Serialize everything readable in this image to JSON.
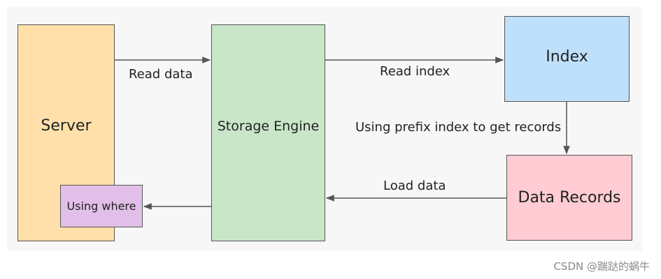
{
  "nodes": {
    "server": {
      "label": "Server",
      "color": "#ffe0ab"
    },
    "storage_engine": {
      "label": "Storage Engine",
      "color": "#c9e6c9"
    },
    "index": {
      "label": "Index",
      "color": "#bfe0fb"
    },
    "data_records": {
      "label": "Data Records",
      "color": "#ffccd3"
    },
    "using_where": {
      "label": "Using where",
      "color": "#e2bfe8"
    }
  },
  "edges": {
    "read_data": "Read data",
    "read_index": "Read index",
    "prefix_index": "Using prefix index to get records",
    "load_data": "Load data"
  },
  "watermark": "CSDN @踹跶的蜗牛"
}
